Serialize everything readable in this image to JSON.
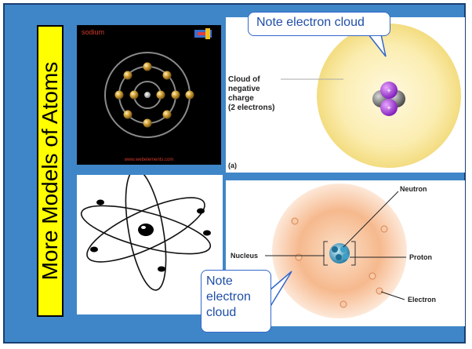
{
  "slide": {
    "title": "More Models of Atoms"
  },
  "sodium_image": {
    "label": "sodium",
    "watermark": "www.webelements.com"
  },
  "helium_diagram": {
    "cloud_label_lines": [
      "Cloud of",
      "negative",
      "charge",
      "(2 electrons)"
    ],
    "panel_label": "(a)"
  },
  "nucleus_diagram": {
    "labels": {
      "neutron": "Neutron",
      "nucleus": "Nucleus",
      "proton": "Proton",
      "electron": "Electron"
    }
  },
  "callouts": {
    "top": "Note electron cloud",
    "bottom_lines": [
      "Note",
      "electron",
      "cloud"
    ]
  },
  "colors": {
    "background": "#3f86c8",
    "title_box": "#ffff00",
    "callout_border": "#3366cc",
    "cloud_yellow": "#f7e48a",
    "cloud_orange": "#f2a36a"
  }
}
